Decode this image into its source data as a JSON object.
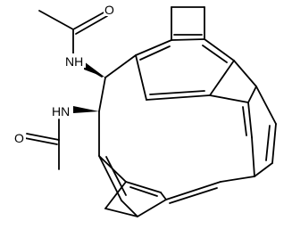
{
  "molecule": {
    "atom_labels": {
      "o_top": "O",
      "nh_top": "NH",
      "nh_bottom": "HN",
      "o_bottom": "O"
    },
    "colors": {
      "bond": "#000000",
      "background": "#ffffff"
    }
  }
}
